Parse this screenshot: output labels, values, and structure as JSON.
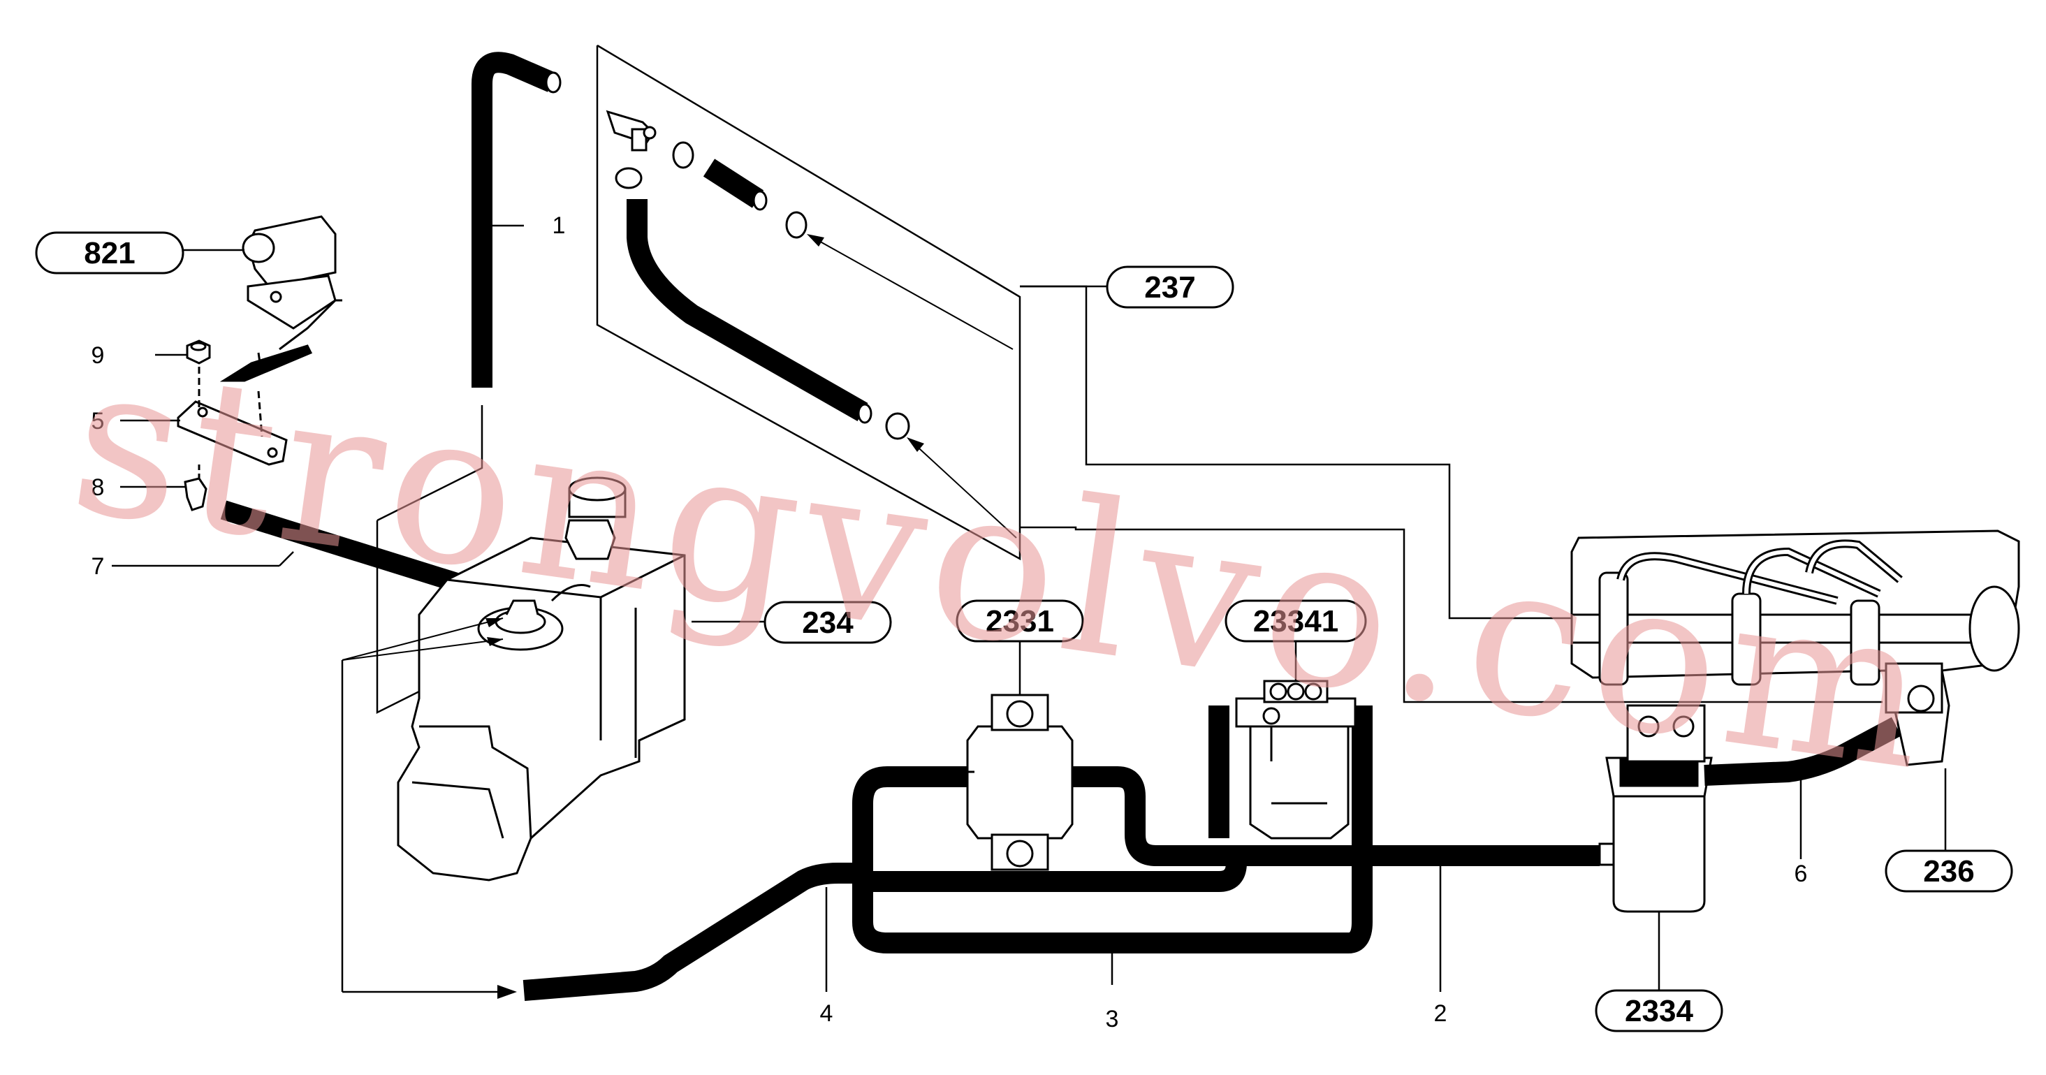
{
  "callouts": {
    "c821": "821",
    "c237": "237",
    "c234": "234",
    "c2331": "2331",
    "c23341": "23341",
    "c236": "236",
    "c2334": "2334"
  },
  "items": {
    "n1": "1",
    "n2": "2",
    "n3": "3",
    "n4": "4",
    "n5": "5",
    "n6": "6",
    "n7": "7",
    "n8": "8",
    "n9": "9"
  },
  "watermark": "strongvolvo.com",
  "colors": {
    "line": "#000000",
    "watermark": "#e89696"
  }
}
